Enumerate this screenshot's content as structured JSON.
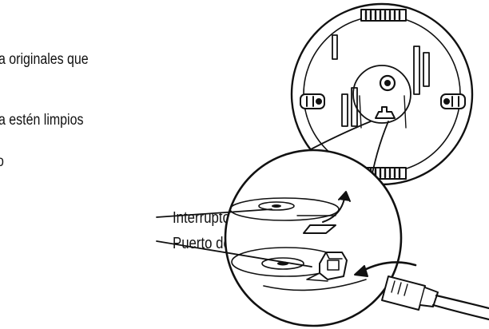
{
  "text_fragments": [
    "a originales que",
    "a estén limpios",
    "o"
  ],
  "labels": {
    "switch": "Interruptor",
    "charging_port": "Puerto de carga"
  },
  "colors": {
    "line": "#111111",
    "background": "#ffffff"
  }
}
